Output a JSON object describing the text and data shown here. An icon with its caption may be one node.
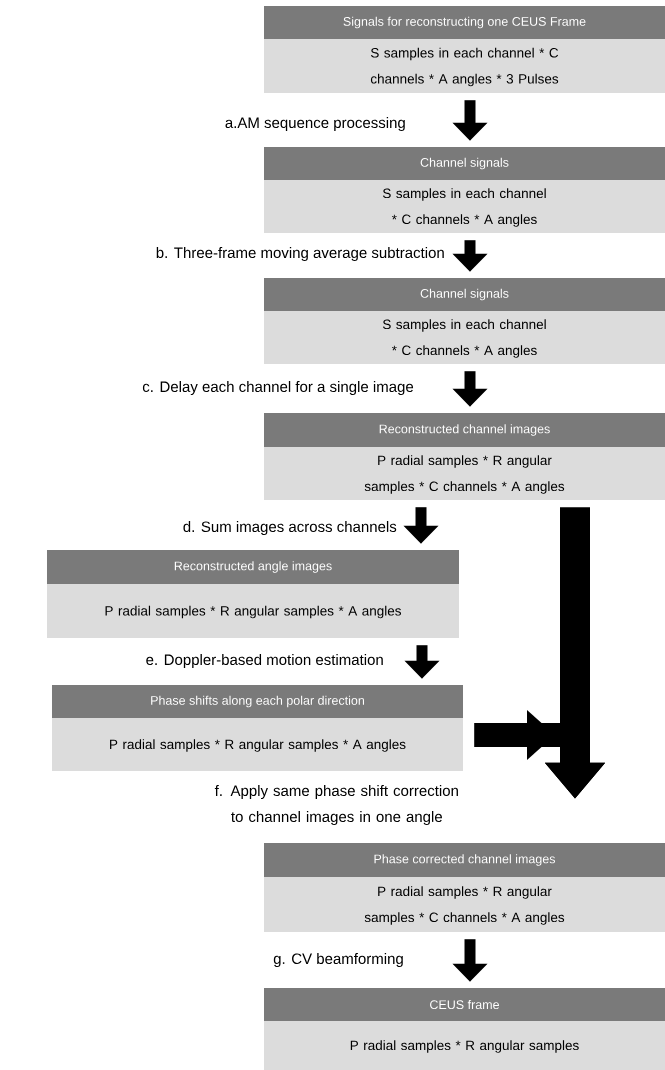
{
  "diagram": {
    "nodes": [
      {
        "text": [
          "Signals for reconstructing one CEUS Frame",
          "S samples in each channel * C channels * A angles * 3 Pulses"
        ]
      },
      {
        "text": [
          "Channel signals",
          "S samples in each channel * C channels * A angles"
        ]
      },
      {
        "text": [
          "Channel signals",
          "S samples in each channel * C channels * A angles"
        ]
      },
      {
        "text": [
          "Reconstructed channel images",
          "P radial samples * R angular samples * C channels * A angles"
        ]
      },
      {
        "text": [
          "Reconstructed angle images",
          "P radial samples * R angular samples * A angles"
        ]
      },
      {
        "text": [
          "Phase shifts  along each polar direction",
          "P radial samples * R angular samples * A angles"
        ]
      },
      {
        "text": [
          "Phase corrected channel images",
          "P radial samples * R angular samples * C channels * A angles"
        ]
      },
      {
        "text": [
          "CEUS frame",
          "P radial samples * R angular samples"
        ]
      }
    ],
    "edges": [
      {
        "from": 0,
        "to": 1,
        "arrow": "to",
        "label": "a.AM sequence processing"
      },
      {
        "from": 1,
        "to": 2,
        "arrow": "to",
        "label": "b. Three-frame moving average subtraction"
      },
      {
        "from": 2,
        "to": 3,
        "arrow": "to",
        "label": "c. Delay each channel for a single image"
      },
      {
        "from": 3,
        "to": 4,
        "arrow": "to",
        "label": "d. Sum images across channels"
      },
      {
        "from": 4,
        "to": 5,
        "arrow": "to",
        "label": "e. Doppler-based motion estimation"
      },
      {
        "from": 5,
        "to": 6,
        "arrow": "to",
        "style": "thick",
        "label": "f. Apply same phase shift correction to channel images in one angle"
      },
      {
        "from": 3,
        "to": 6,
        "arrow": "to",
        "style": "thick"
      },
      {
        "from": 6,
        "to": 7,
        "arrow": "to",
        "label": "g. CV beamforming"
      }
    ]
  }
}
